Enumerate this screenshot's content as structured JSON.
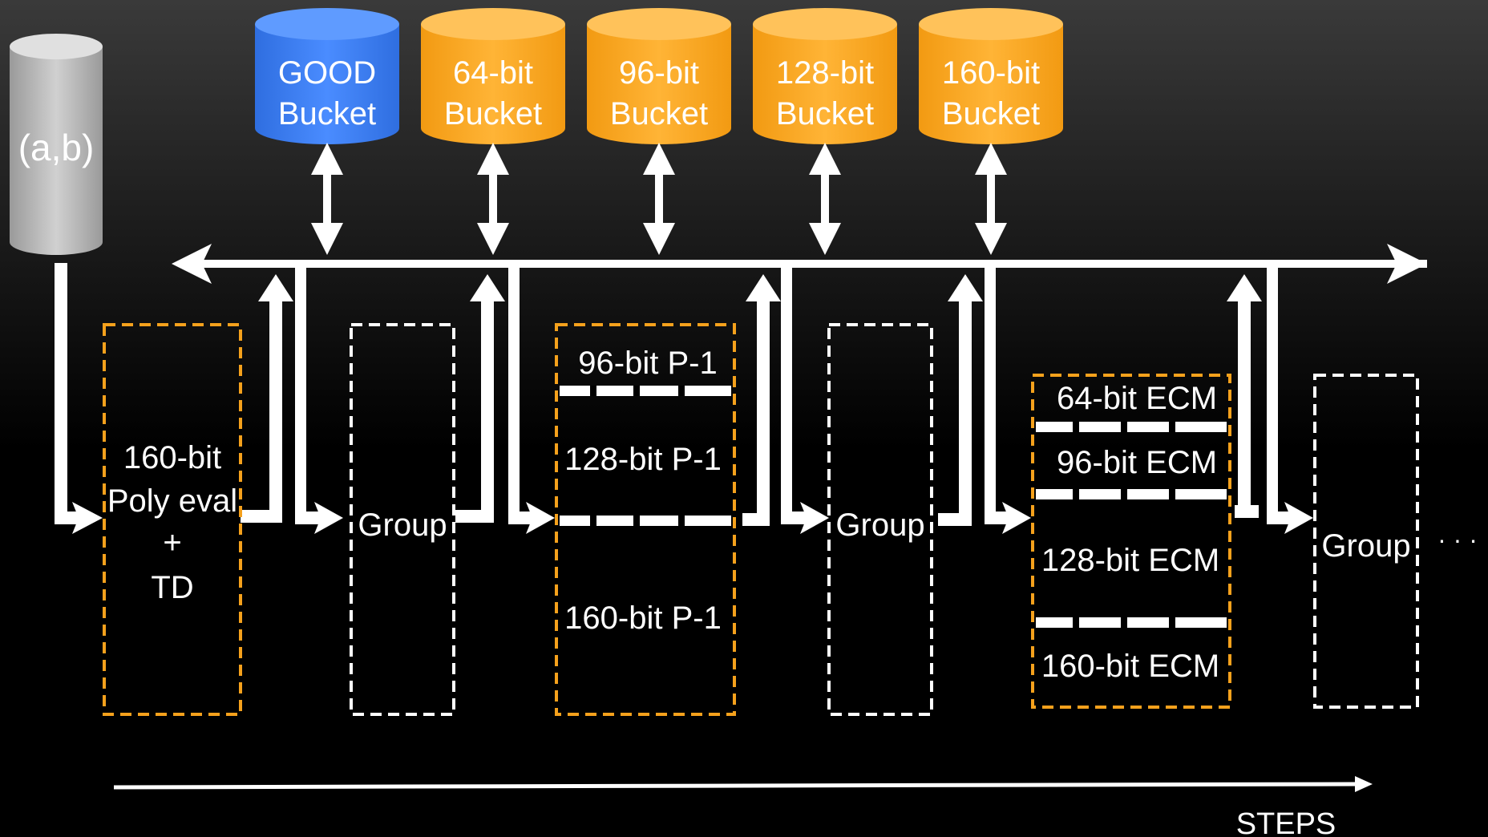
{
  "source": {
    "label": "(a,b)"
  },
  "buckets": [
    {
      "line1": "GOOD",
      "line2": "Bucket",
      "color": "#3a7cf0"
    },
    {
      "line1": "64-bit",
      "line2": "Bucket",
      "color": "#f5a11c"
    },
    {
      "line1": "96-bit",
      "line2": "Bucket",
      "color": "#f5a11c"
    },
    {
      "line1": "128-bit",
      "line2": "Bucket",
      "color": "#f5a11c"
    },
    {
      "line1": "160-bit",
      "line2": "Bucket",
      "color": "#f5a11c"
    }
  ],
  "stages": [
    {
      "kind": "process",
      "lines": [
        "160-bit",
        "Poly eval",
        "+",
        "TD"
      ]
    },
    {
      "kind": "group",
      "label": "Group"
    },
    {
      "kind": "process",
      "sections": [
        "96-bit P-1",
        "128-bit P-1",
        "160-bit P-1"
      ]
    },
    {
      "kind": "group",
      "label": "Group"
    },
    {
      "kind": "process",
      "sections": [
        "64-bit ECM",
        "96-bit ECM",
        "128-bit ECM",
        "160-bit ECM"
      ]
    },
    {
      "kind": "group",
      "label": "Group"
    }
  ],
  "ellipsis": "· · ·",
  "axis_label": "STEPS",
  "colors": {
    "process_border": "#f5a11c",
    "group_border": "#ffffff",
    "bucket_blue": "#3a7cf0",
    "bucket_orange": "#f5a11c",
    "source_gray": "#bdbdbd"
  }
}
